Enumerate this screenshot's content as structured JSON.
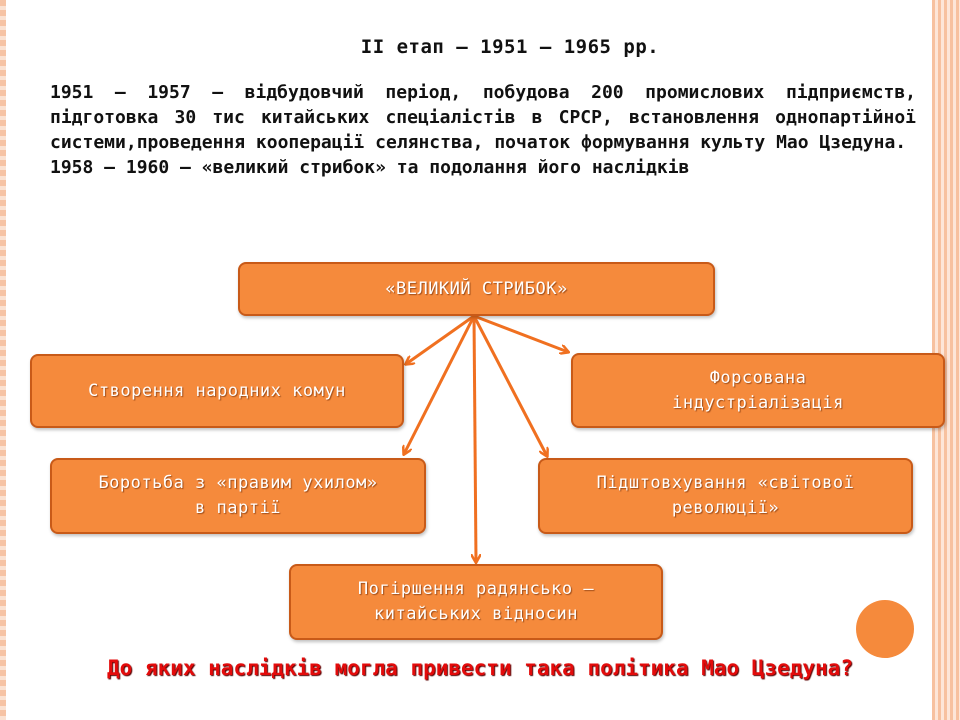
{
  "title": "ІІ етап – 1951 – 1965 рр.",
  "paragraph": {
    "line1": "1951 – 1957 – відбудовчий період, побудова 200 промислових підприємств, підготовка 30 тис китайських спеціалістів в СРСР, встановлення однопартійної системи,проведення кооперації селянства, початок формування культу Мао Цзедуна.",
    "line2": "1958 – 1960 – «великий стрибок» та подолання його наслідків"
  },
  "diagram": {
    "center": "«ВЕЛИКИЙ СТРИБОК»",
    "communes": "Створення народних комун",
    "industrialization": "Форсована індустріалізація",
    "right_deviation": "Боротьба з «правим ухилом» в партії",
    "world_revolution": "Підштовхування «світової революції»",
    "relations": "Погіршення радянсько – китайських відносин"
  },
  "question": "До яких наслідків могла привести така політика Мао Цзедуна?",
  "colors": {
    "box_fill": "#f58a3c",
    "box_border": "#c85a18",
    "arrow": "#f07020",
    "question": "#e30b0b"
  }
}
